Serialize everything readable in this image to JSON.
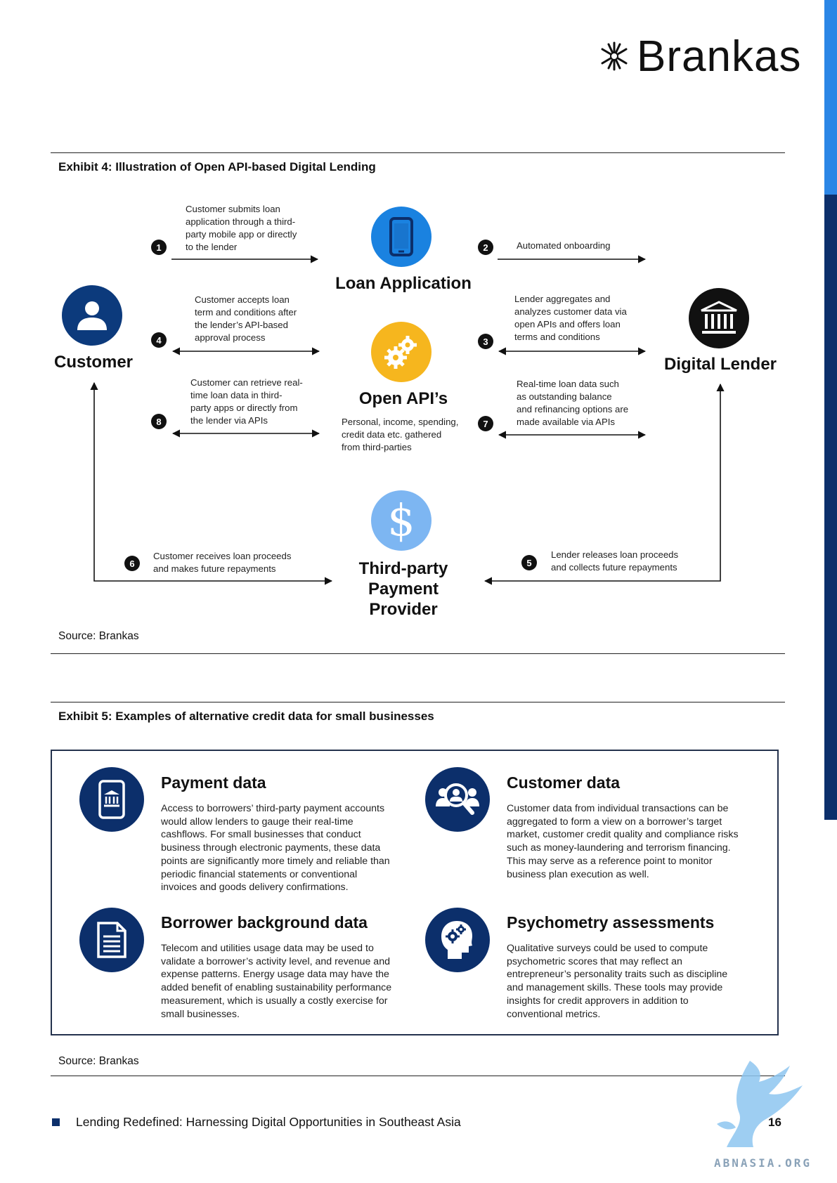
{
  "brand": {
    "name": "Brankas"
  },
  "exhibit4": {
    "title": "Exhibit 4: Illustration of Open API-based Digital Lending",
    "source": "Source: Brankas",
    "nodes": {
      "customer": "Customer",
      "loan_application": "Loan Application",
      "open_apis": "Open API’s",
      "open_apis_desc": [
        "Personal, income, spending,",
        "credit data etc. gathered",
        "from third-parties"
      ],
      "digital_lender": "Digital Lender",
      "payment_provider": [
        "Third-party",
        "Payment",
        "Provider"
      ]
    },
    "steps": [
      {
        "num": "1",
        "lines": [
          "Customer submits loan",
          "application through a third-",
          "party mobile app or directly",
          "to the lender"
        ]
      },
      {
        "num": "2",
        "lines": [
          "Automated onboarding"
        ]
      },
      {
        "num": "3",
        "lines": [
          "Lender aggregates and",
          "analyzes customer data via",
          "open APIs and offers loan",
          "terms and conditions"
        ]
      },
      {
        "num": "4",
        "lines": [
          "Customer accepts loan",
          "term and conditions after",
          "the lender’s API-based",
          "approval process"
        ]
      },
      {
        "num": "5",
        "lines": [
          "Lender releases loan proceeds",
          "and collects future repayments"
        ]
      },
      {
        "num": "6",
        "lines": [
          "Customer receives loan proceeds",
          "and makes future repayments"
        ]
      },
      {
        "num": "7",
        "lines": [
          "Real-time loan data such",
          "as outstanding balance",
          "and refinancing options are",
          "made available via APIs"
        ]
      },
      {
        "num": "8",
        "lines": [
          "Customer can retrieve real-",
          "time loan data in third-",
          "party apps or directly from",
          "the lender via APIs"
        ]
      }
    ]
  },
  "exhibit5": {
    "title": "Exhibit 5: Examples of alternative credit data for small businesses",
    "source": "Source: Brankas",
    "categories": [
      {
        "icon": "mobile-bank-icon",
        "title": "Payment data",
        "lines": [
          "Access to borrowers’ third-party payment accounts",
          "would allow lenders to gauge their real-time",
          "cashflows. For small businesses that conduct",
          "business through electronic payments, these data",
          "points are significantly more timely and reliable than",
          "periodic financial statements or conventional",
          "invoices and goods delivery confirmations."
        ]
      },
      {
        "icon": "customer-search-icon",
        "title": "Customer data",
        "lines": [
          "Customer data from individual transactions can be",
          "aggregated to form a view on a borrower’s target",
          "market, customer credit quality and compliance risks",
          "such as money-laundering and terrorism financing.",
          "This may serve as a reference point to monitor",
          "business plan execution as well."
        ]
      },
      {
        "icon": "document-icon",
        "title": "Borrower background data",
        "lines": [
          "Telecom and utilities usage data may be used to",
          "validate a borrower’s activity level, and revenue and",
          "expense patterns. Energy usage data may have the",
          "added benefit of enabling sustainability performance",
          "measurement, which is usually a costly exercise for",
          "small businesses."
        ]
      },
      {
        "icon": "head-gears-icon",
        "title": "Psychometry assessments",
        "lines": [
          "Qualitative surveys could be used to compute",
          "psychometric scores that may reflect an",
          "entrepreneur’s personality traits such as discipline",
          "and management skills. These tools may provide",
          "insights for credit approvers in addition to",
          "conventional metrics."
        ]
      }
    ]
  },
  "footer": {
    "title": "Lending Redefined: Harnessing Digital Opportunities in Southeast Asia",
    "page": "16",
    "watermark": "ABNASIA.ORG"
  }
}
